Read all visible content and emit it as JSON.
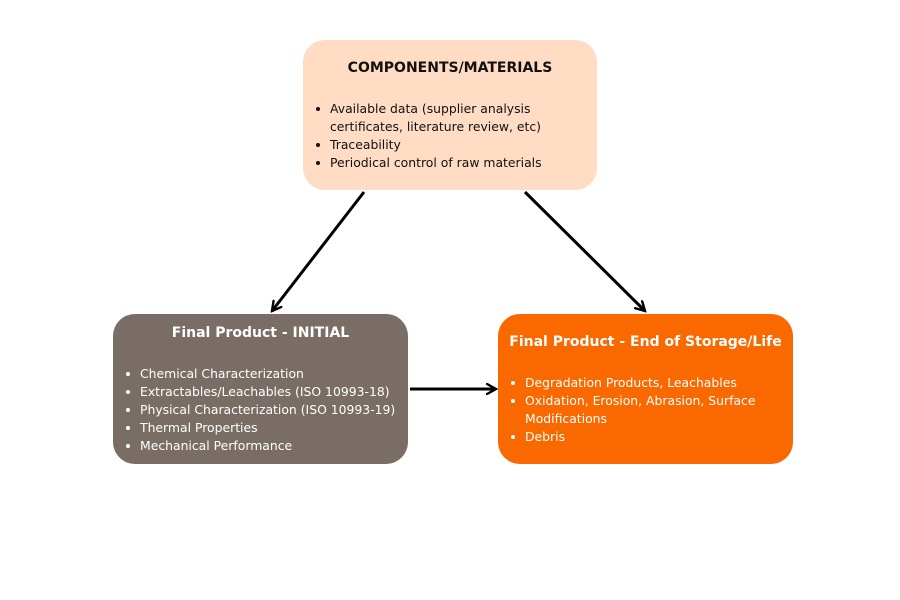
{
  "colors": {
    "top_node_fill": "#FFDCC3",
    "left_node_fill": "#7A6D66",
    "right_node_fill": "#F96900",
    "arrow": "#000000"
  },
  "nodes": {
    "components": {
      "title": "COMPONENTS/MATERIALS",
      "items": [
        "Available data (supplier analysis",
        "certificates, literature review, etc)",
        "Traceability",
        "Periodical control of raw materials"
      ]
    },
    "initial": {
      "title": "Final Product - INITIAL",
      "items": [
        "Chemical Characterization",
        "Extractables/Leachables (ISO 10993-18)",
        "Physical Characterization (ISO 10993-19)",
        "Thermal Properties",
        "Mechanical Performance"
      ]
    },
    "end_of_life": {
      "title": "Final Product - End of Storage/Life",
      "items": [
        "Degradation Products, Leachables",
        "Oxidation, Erosion, Abrasion, Surface",
        "Modifications",
        "Debris"
      ]
    }
  },
  "edges": [
    {
      "from": "components",
      "to": "initial"
    },
    {
      "from": "components",
      "to": "end_of_life"
    },
    {
      "from": "initial",
      "to": "end_of_life"
    }
  ]
}
